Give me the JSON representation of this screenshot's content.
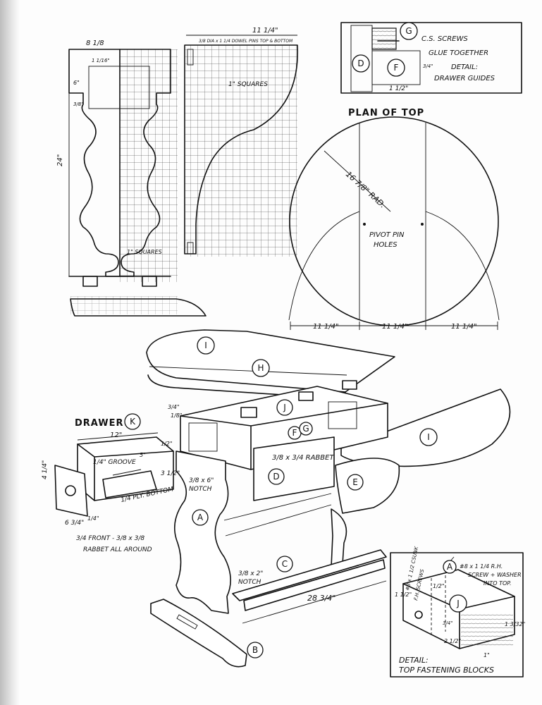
{
  "plan": {
    "title": "PLAN OF TOP",
    "radius": "16 7/8\" RAD.",
    "pivot": "PIVOT PIN",
    "holes": "HOLES",
    "dims": [
      "11 1/4\"",
      "11 1/4\"",
      "11 1/4\""
    ]
  },
  "leg_pattern": {
    "width": "8 1/8",
    "height": "24\"",
    "squares": "1\" SQUARES",
    "dim_6": "6\"",
    "dim_small": "1 1/16\"",
    "dim_38": "3/8\""
  },
  "side_pattern": {
    "width": "11 1/4\"",
    "dowel": "3/8 DIA x 1 1/4 DOWEL PINS TOP & BOTTOM",
    "squares": "1\" SQUARES"
  },
  "guide_detail": {
    "screws": "C.S. SCREWS",
    "glue": "GLUE TOGETHER",
    "title_1": "DETAIL:",
    "title_2": "DRAWER GUIDES",
    "dim": "1 1/2\"",
    "dim_side": "3/4\""
  },
  "drawer": {
    "title": "DRAWER",
    "width": "12\"",
    "groove": "1/4\" GROOVE",
    "depth_5": "5\"",
    "dim_half": "1/2\"",
    "h32": "3 1/2\"",
    "h4": "4 1/4\"",
    "d6": "6 3/4\"",
    "bottom": "1/4 PLY. BOTTOM",
    "quarter": "1/4\"",
    "front_1": "3/4 FRONT - 3/8 x 3/8",
    "front_2": "RABBET ALL AROUND"
  },
  "assembly": {
    "rabbet": "3/8 x 3/4 RABBET",
    "notch_1": "3/8 x 6\"",
    "notch_1b": "NOTCH",
    "notch_2": "3/8 x 2\"",
    "notch_2b": "NOTCH",
    "length": "28 3/4\"",
    "height_dim": "3/4\"",
    "small_dim": "1/8\""
  },
  "block_detail": {
    "screw_1": "#8 x 1 1/4 R.H.",
    "screw_2": "SCREW + WASHER",
    "screw_3": "INTO TOP.",
    "csunk_1": "#8 x 1 1/2 CSUNK",
    "csunk_2": "F.H. SCREWS",
    "dim_12": "1/2\"",
    "dim_a": "1 1/2\"",
    "dim_b": "2 1/2\"",
    "dim_c": "1\"",
    "dim_d": "1 3/32\"",
    "dim_e": "3/4\"",
    "title_1": "DETAIL:",
    "title_2": "TOP FASTENING BLOCKS"
  },
  "parts": {
    "A": "A",
    "B": "B",
    "C": "C",
    "D": "D",
    "E": "E",
    "F": "F",
    "G": "G",
    "H": "H",
    "I": "I",
    "J": "J",
    "K": "K"
  }
}
